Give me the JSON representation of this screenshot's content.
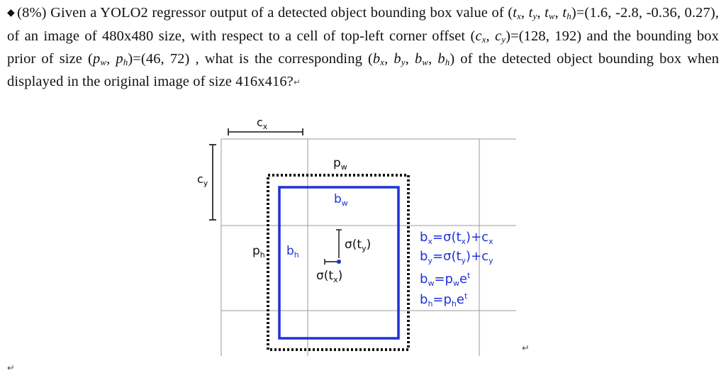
{
  "question": {
    "bullet": "◆",
    "points": "(8%)",
    "s1": " Given a YOLO2 regressor output of a detected object bounding box value of (",
    "tx": "t",
    "tx_sub": "x",
    "sep1": ", ",
    "ty": "t",
    "ty_sub": "y",
    "sep2": ", ",
    "tw": "t",
    "tw_sub": "w",
    "sep3": ", ",
    "th": "t",
    "th_sub": "h",
    "s2": ")=(1.6, -2.8, -0.36, 0.27), of an image of 480x480 size, with respect to a cell of top-left corner offset (",
    "cx": "c",
    "cx_sub": "x",
    "sep4": ", ",
    "cy": "c",
    "cy_sub": "y",
    "s3": ")=(128, 192) and the bounding box prior of size (",
    "pw": "p",
    "pw_sub": "w",
    "sep5": ", ",
    "ph": "p",
    "ph_sub": "h",
    "s4": ")=(46, 72) , what is the corresponding (",
    "bx": "b",
    "bx_sub": "x",
    "sep6": ", ",
    "by": "b",
    "by_sub": "y",
    "sep7": ", ",
    "bw": "b",
    "bw_sub": "w",
    "sep8": ", ",
    "bh": "b",
    "bh_sub": "h",
    "s5": ") of the detected object bounding box when displayed in the original image of size 416x416?",
    "return_mark": "↵"
  },
  "figure": {
    "cx_label": "c",
    "cx_label_sub": "x",
    "cy_label": "c",
    "cy_label_sub": "y",
    "pw_label": "p",
    "pw_label_sub": "w",
    "ph_label": "p",
    "ph_label_sub": "h",
    "bw_label": "b",
    "bw_label_sub": "w",
    "bh_label": "b",
    "bh_label_sub": "h",
    "sigma_ty": "σ(t",
    "sigma_ty_sub": "y",
    "sigma_ty_end": ")",
    "sigma_tx": "σ(t",
    "sigma_tx_sub": "x",
    "sigma_tx_end": ")",
    "eq1_left": "b",
    "eq1_left_sub": "x",
    "eq1_mid": "=σ(t",
    "eq1_mid_sub": "x",
    "eq1_right": ")+c",
    "eq1_right_sub": "x",
    "eq2_left": "b",
    "eq2_left_sub": "y",
    "eq2_mid": "=σ(t",
    "eq2_mid_sub": "y",
    "eq2_right": ")+c",
    "eq2_right_sub": "y",
    "eq3_left": "b",
    "eq3_left_sub": "w",
    "eq3_mid": "=p",
    "eq3_mid_sub": "w",
    "eq3_e": "e",
    "eq3_sup": "t",
    "eq4_left": "b",
    "eq4_left_sub": "h",
    "eq4_mid": "=p",
    "eq4_mid_sub": "h",
    "eq4_e": "e",
    "eq4_sup": "t",
    "colors": {
      "grid": "#9a9a9a",
      "box": "#1f31d6",
      "prior": "#111111",
      "label_blue": "#1f31d6"
    }
  },
  "end_marks": {
    "right": "↵",
    "left": "↵"
  }
}
